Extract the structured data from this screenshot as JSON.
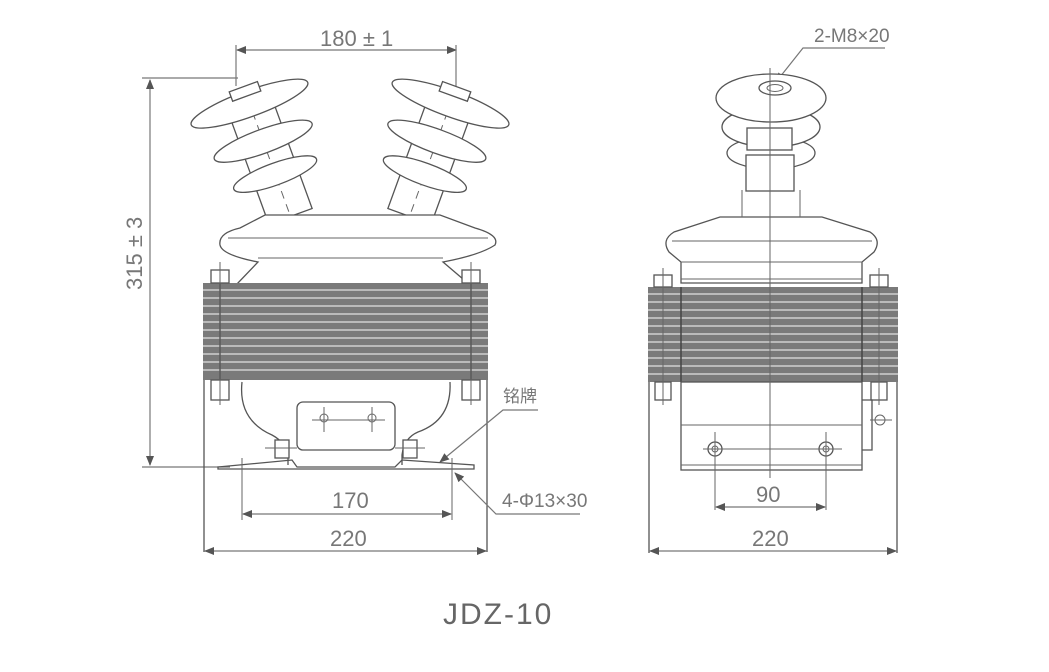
{
  "drawing": {
    "title": "JDZ-10",
    "front_view": {
      "dim_top": "180 ± 1",
      "dim_height": "315 ± 3",
      "dim_mount_spacing": "170",
      "dim_width": "220",
      "label_nameplate": "铭牌",
      "label_holes": "4-Φ13×30"
    },
    "side_view": {
      "label_terminal": "2-M8×20",
      "dim_mount_spacing": "90",
      "dim_width": "220"
    }
  },
  "colors": {
    "line": "#555555",
    "dimension": "#777777",
    "core": "#7a7a7a",
    "background": "#ffffff"
  }
}
